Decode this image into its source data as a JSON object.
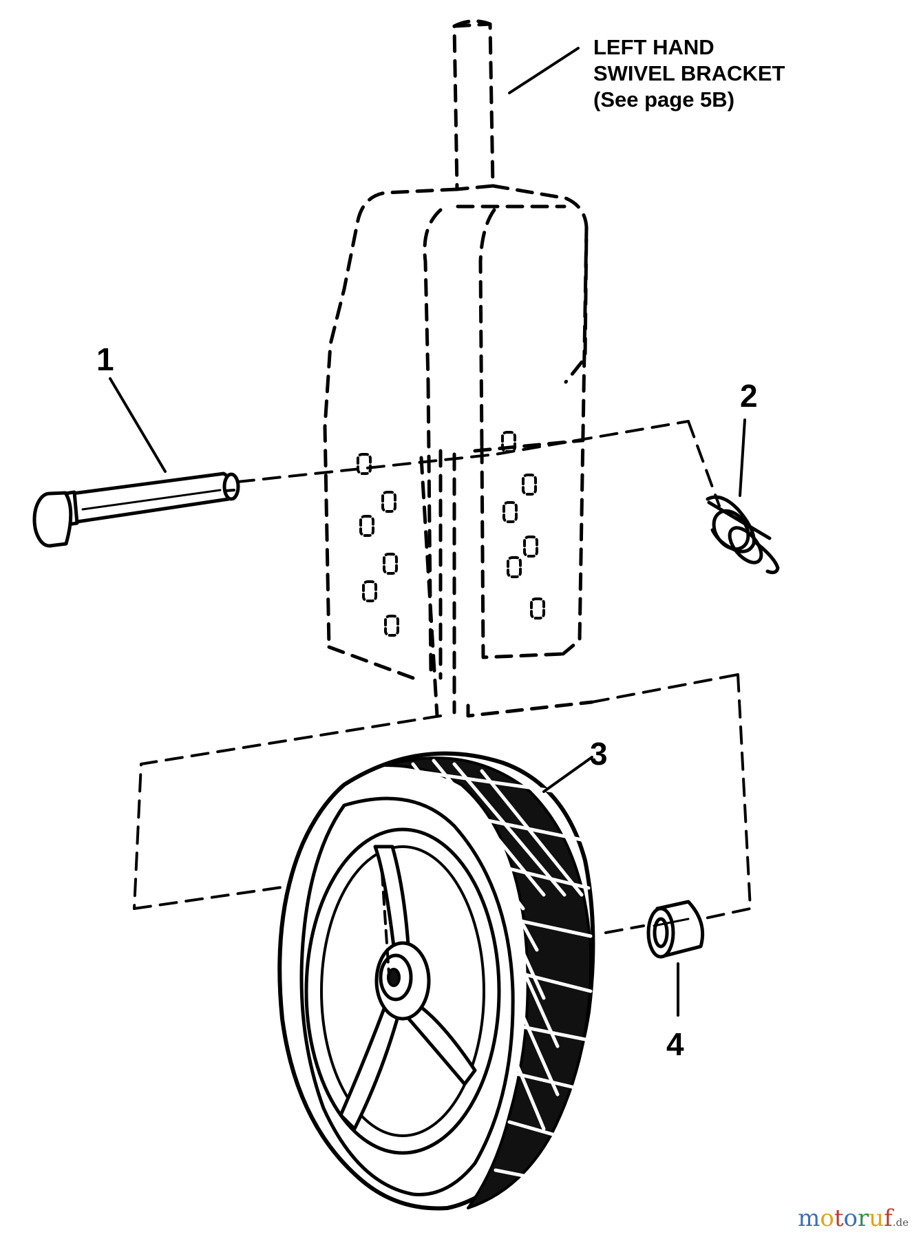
{
  "bracket_label": {
    "line1": "LEFT HAND",
    "line2": "SWIVEL BRACKET",
    "line3": "(See page 5B)"
  },
  "callouts": {
    "pin": "1",
    "hairpin_clip": "2",
    "wheel": "3",
    "spacer": "4"
  },
  "watermark": {
    "letters": [
      "m",
      "o",
      "t",
      "o",
      "r",
      "u",
      "f"
    ],
    "letter_colors": [
      "#3a6fb5",
      "#e3a21a",
      "#c0392b",
      "#3a6fb5",
      "#2e8b57",
      "#e3a21a",
      "#c0392b"
    ],
    "suffix": ".de"
  }
}
